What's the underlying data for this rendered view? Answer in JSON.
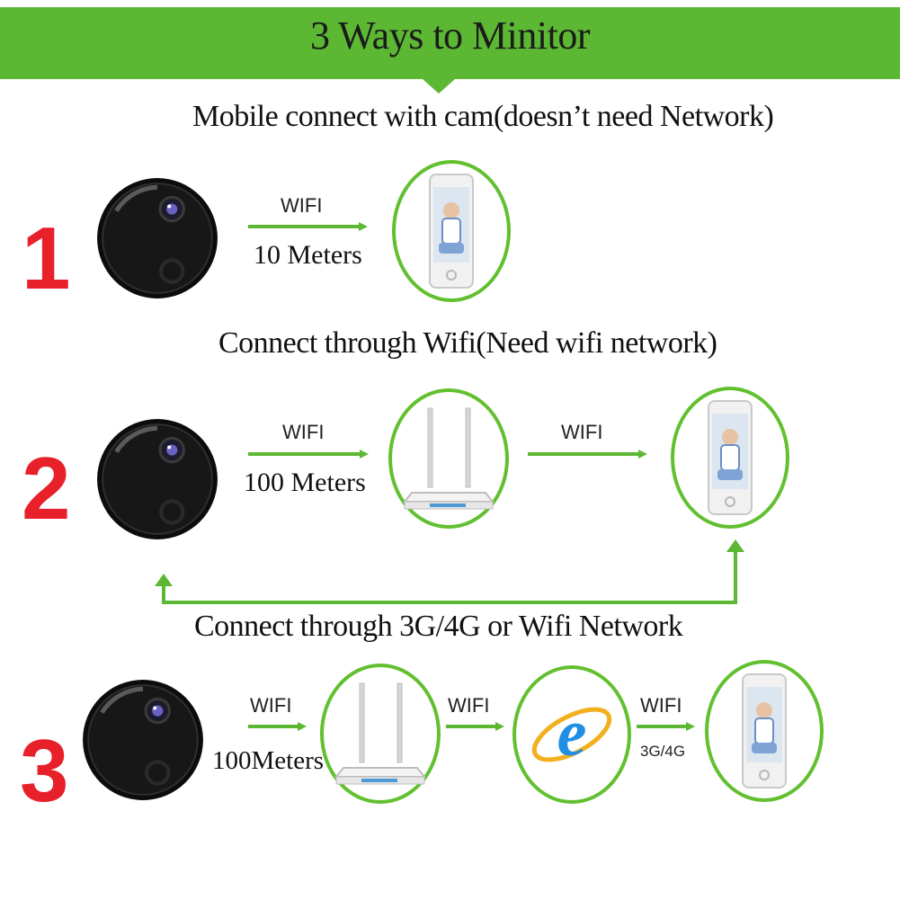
{
  "header": {
    "title": "3 Ways to Minitor"
  },
  "methods": [
    {
      "number": "1",
      "heading": "Mobile connect with cam(doesn’t need Network)",
      "link_label": "WIFI",
      "range": "10 Meters"
    },
    {
      "number": "2",
      "heading": "Connect through Wifi(Need wifi network)",
      "link1_label": "WIFI",
      "range": "100 Meters",
      "link2_label": "WIFI"
    },
    {
      "number": "3",
      "heading": "Connect through 3G/4G or Wifi Network",
      "link1_label": "WIFI",
      "range": "100Meters",
      "link2_label": "WIFI",
      "link3_label": "WIFI",
      "link3_sub": "3G/4G"
    }
  ],
  "colors": {
    "banner": "#5cb833",
    "ring": "#62c030",
    "arrow": "#5cb833",
    "number": "#e8202a"
  },
  "icons": [
    "camera-icon",
    "phone-icon",
    "router-icon",
    "internet-explorer-icon"
  ]
}
